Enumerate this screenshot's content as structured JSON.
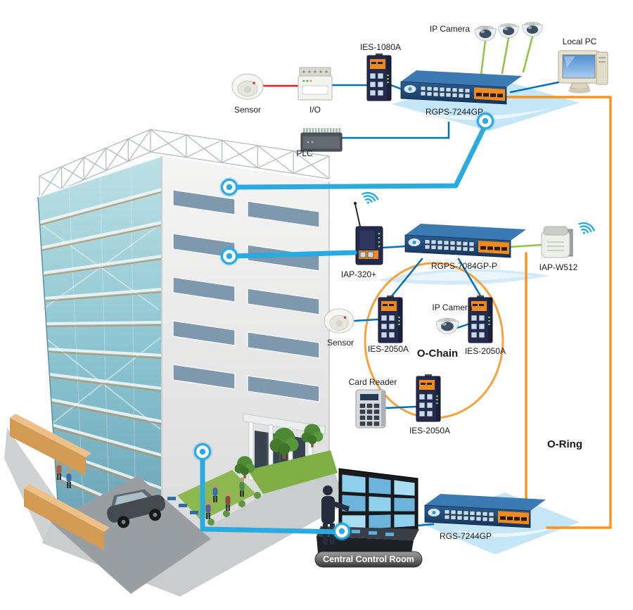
{
  "colors": {
    "thick_link": "#29abe2",
    "ethernet_link": "#0071bc",
    "camera_link": "#8cc63f",
    "sensor_link": "#ed1c24",
    "ring_link": "#f7941d",
    "platform": "#c5e6f7"
  },
  "top": {
    "sensor": "Sensor",
    "io": "I/O",
    "plc": "PLC",
    "switch_small": "IES-1080A",
    "switch_rack": "RGPS-7244GP",
    "ip_camera": "IP Camera",
    "local_pc": "Local PC"
  },
  "middle": {
    "ap_indoor": "IAP-320+",
    "switch_rack": "RGPS-7084GP-P",
    "ap_outdoor": "IAP-W512"
  },
  "chain": {
    "title": "O-Chain",
    "sensor": "Sensor",
    "switch1": "IES-2050A",
    "ip_camera": "IP Camera",
    "switch2": "IES-2050A",
    "card_reader": "Card Reader",
    "switch3": "IES-2050A"
  },
  "ring": {
    "title": "O-Ring"
  },
  "bottom": {
    "control_room": "Central Control Room",
    "switch_rack": "RGS-7244GP"
  }
}
